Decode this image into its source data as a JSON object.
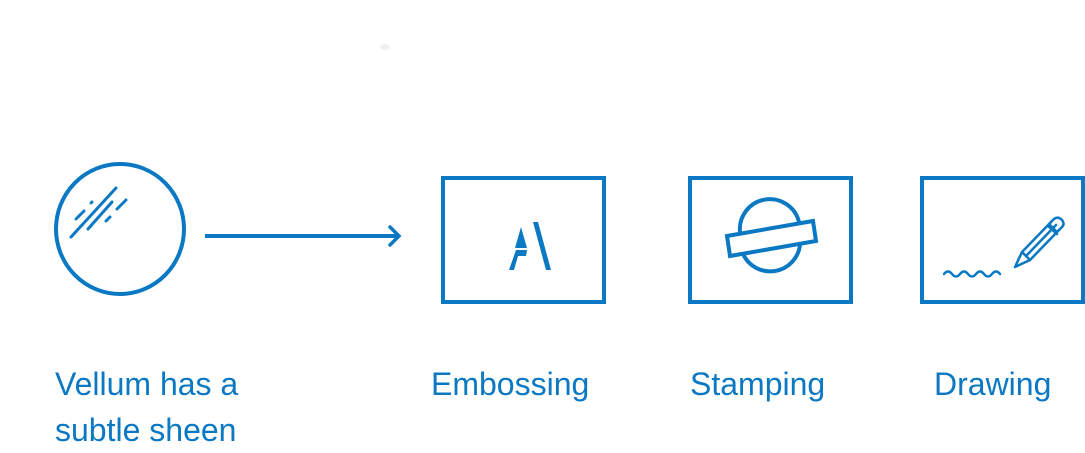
{
  "colors": {
    "accent": "#0a78c2"
  },
  "items": [
    {
      "icon": "glass-sheen-icon",
      "label_lines": [
        "Vellum has a",
        "subtle sheen"
      ]
    },
    {
      "icon": "embossed-letter-icon",
      "label": "Embossing",
      "glyph": "A"
    },
    {
      "icon": "stamp-icon",
      "label": "Stamping"
    },
    {
      "icon": "pencil-drawing-icon",
      "label": "Drawing"
    }
  ]
}
